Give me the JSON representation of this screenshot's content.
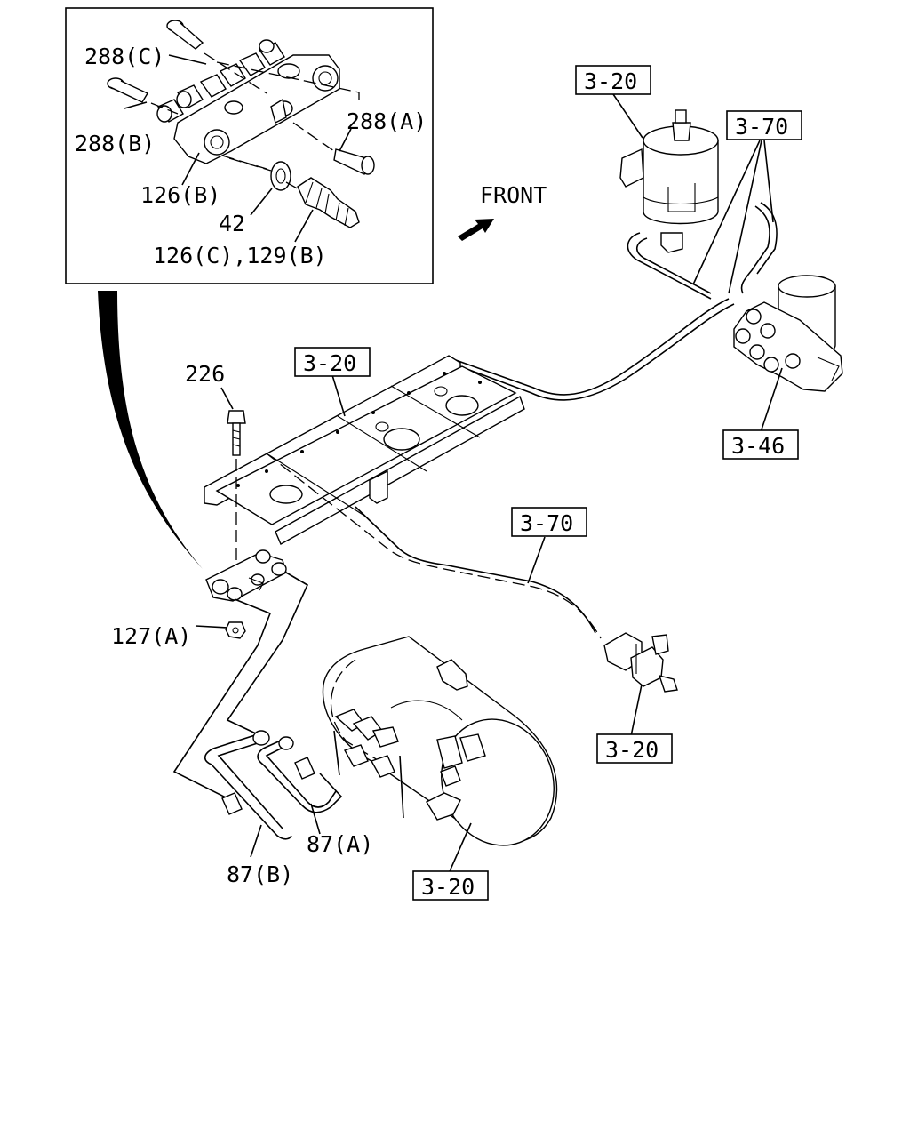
{
  "labels": {
    "l_288c": "288(C)",
    "l_288b": "288(B)",
    "l_288a": "288(A)",
    "l_126b": "126(B)",
    "l_42": "42",
    "l_126c_129b": "126(C),129(B)",
    "front": "FRONT",
    "l_226": "226",
    "l_127a": "127(A)",
    "l_87a": "87(A)",
    "l_87b": "87(B)"
  },
  "refs": {
    "r_320_top": "3-20",
    "r_370_top": "3-70",
    "r_320_frame": "3-20",
    "r_346": "3-46",
    "r_370_mid": "3-70",
    "r_320_valve": "3-20",
    "r_320_tank": "3-20"
  },
  "icons": {
    "front_arrow": "front-direction-arrow-icon"
  }
}
